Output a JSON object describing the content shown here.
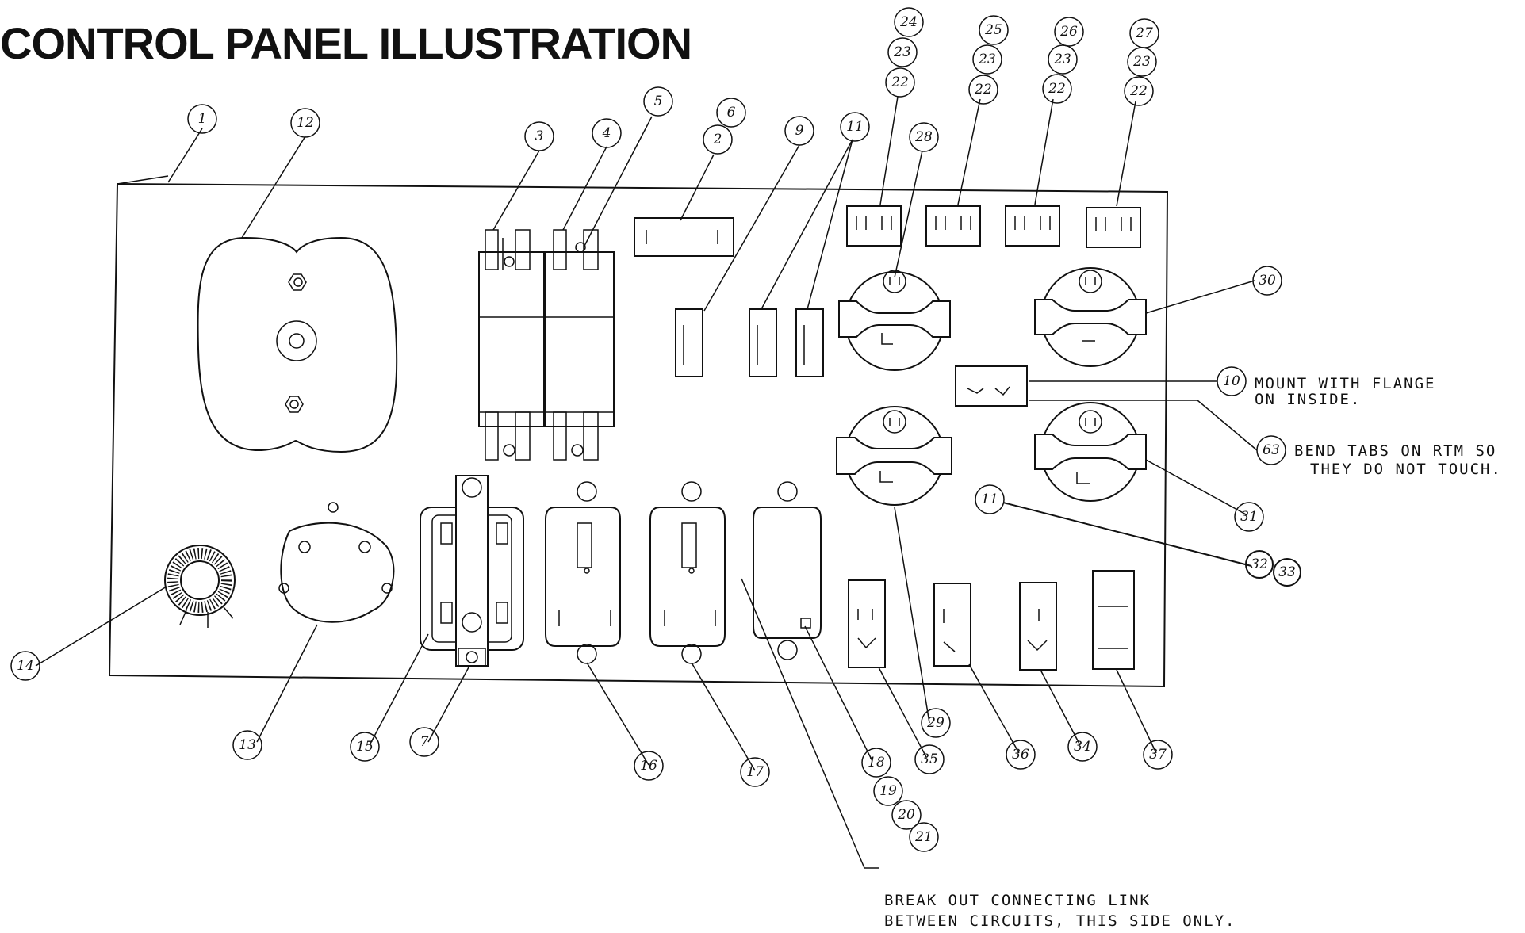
{
  "title": "CONTROL PANEL ILLUSTRATION",
  "callouts": [
    {
      "id": "c1",
      "label": "1"
    },
    {
      "id": "c12",
      "label": "12"
    },
    {
      "id": "c3",
      "label": "3"
    },
    {
      "id": "c4",
      "label": "4"
    },
    {
      "id": "c5",
      "label": "5"
    },
    {
      "id": "c6",
      "label": "6"
    },
    {
      "id": "c2",
      "label": "2"
    },
    {
      "id": "c9",
      "label": "9"
    },
    {
      "id": "c11a",
      "label": "11"
    },
    {
      "id": "c28",
      "label": "28"
    },
    {
      "id": "c24",
      "label": "24"
    },
    {
      "id": "c23a",
      "label": "23"
    },
    {
      "id": "c22a",
      "label": "22"
    },
    {
      "id": "c25",
      "label": "25"
    },
    {
      "id": "c23b",
      "label": "23"
    },
    {
      "id": "c22b",
      "label": "22"
    },
    {
      "id": "c26",
      "label": "26"
    },
    {
      "id": "c23c",
      "label": "23"
    },
    {
      "id": "c22c",
      "label": "22"
    },
    {
      "id": "c27",
      "label": "27"
    },
    {
      "id": "c23d",
      "label": "23"
    },
    {
      "id": "c22d",
      "label": "22"
    },
    {
      "id": "c30",
      "label": "30"
    },
    {
      "id": "c10",
      "label": "10"
    },
    {
      "id": "c63",
      "label": "63"
    },
    {
      "id": "c31",
      "label": "31"
    },
    {
      "id": "c11b",
      "label": "11"
    },
    {
      "id": "c32",
      "label": "32"
    },
    {
      "id": "c33",
      "label": "33"
    },
    {
      "id": "c14",
      "label": "14"
    },
    {
      "id": "c13",
      "label": "13"
    },
    {
      "id": "c15",
      "label": "15"
    },
    {
      "id": "c7",
      "label": "7"
    },
    {
      "id": "c16",
      "label": "16"
    },
    {
      "id": "c17",
      "label": "17"
    },
    {
      "id": "c18",
      "label": "18"
    },
    {
      "id": "c19",
      "label": "19"
    },
    {
      "id": "c20",
      "label": "20"
    },
    {
      "id": "c21",
      "label": "21"
    },
    {
      "id": "c29",
      "label": "29"
    },
    {
      "id": "c35",
      "label": "35"
    },
    {
      "id": "c36",
      "label": "36"
    },
    {
      "id": "c34",
      "label": "34"
    },
    {
      "id": "c37",
      "label": "37"
    }
  ],
  "notes": {
    "note10_line1": "MOUNT WITH FLANGE",
    "note10_line2": "ON INSIDE.",
    "note63_line1": "BEND TABS ON RTM SO",
    "note63_line2": "THEY DO NOT TOUCH.",
    "break_line1": "BREAK OUT CONNECTING LINK",
    "break_line2": "BETWEEN CIRCUITS, THIS SIDE ONLY."
  }
}
